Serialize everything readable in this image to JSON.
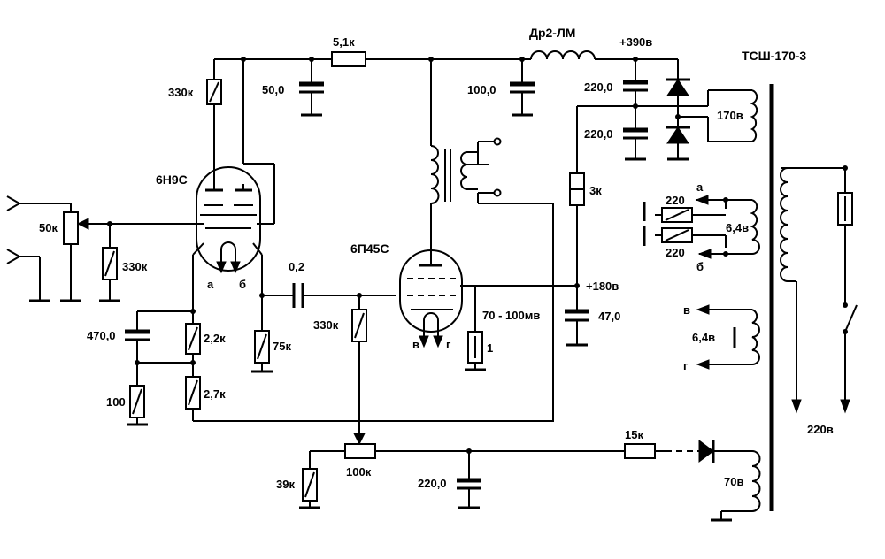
{
  "title": "",
  "tubes": {
    "preamp": "6Н9С",
    "output": "6П45С"
  },
  "transformer": "ТСШ-170-3",
  "choke": "Др2-ЛМ",
  "voltages": {
    "b_plus_high": "+390в",
    "b_plus_low": "+180в",
    "winding_170": "170в",
    "heater_top": "6,4в",
    "heater_bottom": "6,4в",
    "mains": "220в",
    "bias_winding": "70в",
    "bias_range": "70 - 100мв"
  },
  "components": {
    "r_plate_preamp": "330к",
    "r_series_top": "5,1к",
    "c_top_left": "50,0",
    "c_top_mid": "100,0",
    "c_filter_upper": "220,0",
    "c_filter_lower": "220,0",
    "r_3k": "3к",
    "r_heater_a": "220",
    "r_heater_b": "220",
    "pot_input": "50к",
    "r_grid_preamp": "330к",
    "c_coupling": "0,2",
    "r_cathode_load": "75к",
    "r_grid_output": "330к",
    "r_cathode_output": "1",
    "c_180": "47,0",
    "c_cathode_preamp": "470,0",
    "r_2_2k": "2,2к",
    "r_2_7k": "2,7к",
    "r_100": "100",
    "r_bias_15k": "15к",
    "pot_bias": "100к",
    "r_bias_39k": "39к",
    "c_bias": "220,0"
  },
  "heater_taps": {
    "a": "а",
    "b": "б",
    "v": "в",
    "g": "г"
  }
}
